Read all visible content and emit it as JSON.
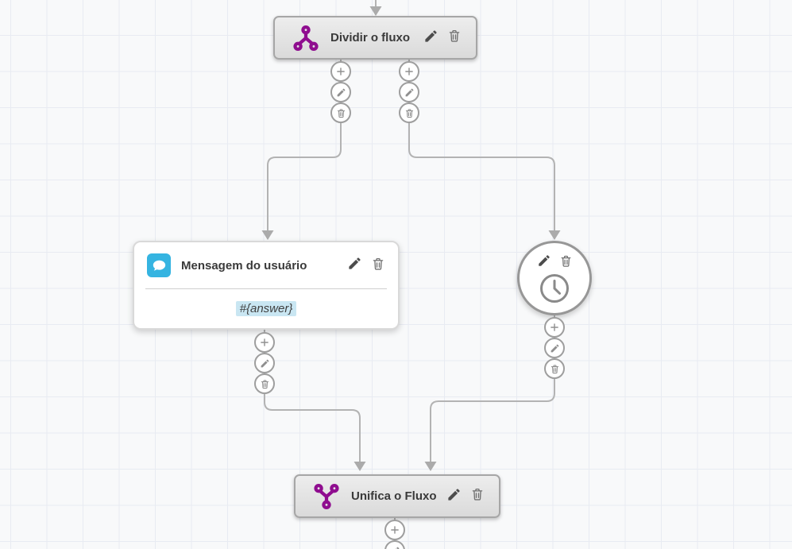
{
  "canvas": {
    "background": "#f8f9fa",
    "grid_line_color": "#e8ebf2"
  },
  "colors": {
    "accent_purple": "#8f0d8f",
    "accent_blue": "#35b4e1",
    "variable_highlight": "#c9e6f2",
    "connector": "#b3b3b3",
    "node_gray_fill": "#e4e4e4",
    "node_border": "#a6a6a6"
  },
  "nodes": {
    "split": {
      "label": "Dividir o fluxo"
    },
    "message": {
      "label": "Mensagem do usuário",
      "body": "#{answer}"
    },
    "timer": {},
    "merge": {
      "label": "Unifica o Fluxo"
    }
  },
  "icons": {
    "split": "split-flow-icon",
    "merge": "merge-flow-icon",
    "chat": "chat-bubble-icon",
    "clock": "clock-icon",
    "edit": "pencil-icon",
    "delete": "trash-icon",
    "add": "plus-icon",
    "arrow": "arrowhead-icon"
  }
}
